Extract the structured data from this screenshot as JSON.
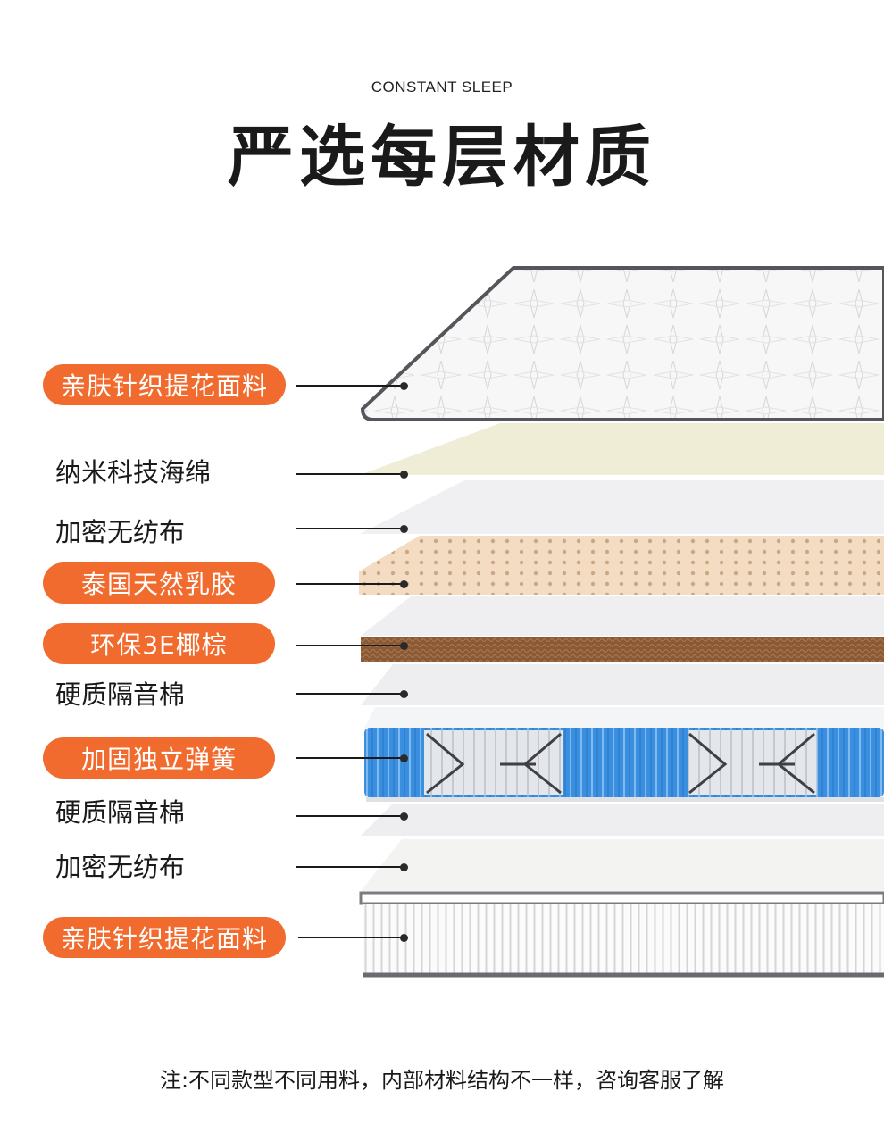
{
  "header": {
    "subtitle": "CONSTANT SLEEP",
    "title": "严选每层材质"
  },
  "layers": [
    {
      "label": "亲肤针织提花面料",
      "highlight": true
    },
    {
      "label": "纳米科技海绵",
      "highlight": false
    },
    {
      "label": "加密无纺布",
      "highlight": false
    },
    {
      "label": "泰国天然乳胶",
      "highlight": true
    },
    {
      "label": "环保3E椰棕",
      "highlight": true
    },
    {
      "label": "硬质隔音棉",
      "highlight": false
    },
    {
      "label": "加固独立弹簧",
      "highlight": true
    },
    {
      "label": "硬质隔音棉",
      "highlight": false
    },
    {
      "label": "加密无纺布",
      "highlight": false
    },
    {
      "label": "亲肤针织提花面料",
      "highlight": true
    }
  ],
  "footer": {
    "note": "注:不同款型不同用料，内部材料结构不一样，咨询客服了解"
  },
  "colors": {
    "accent": "#f26b2e",
    "sponge": "#efedd6",
    "latex": "#f2dcc4",
    "coir": "#8a5a36",
    "spring_blue": "#3a8fe0"
  }
}
